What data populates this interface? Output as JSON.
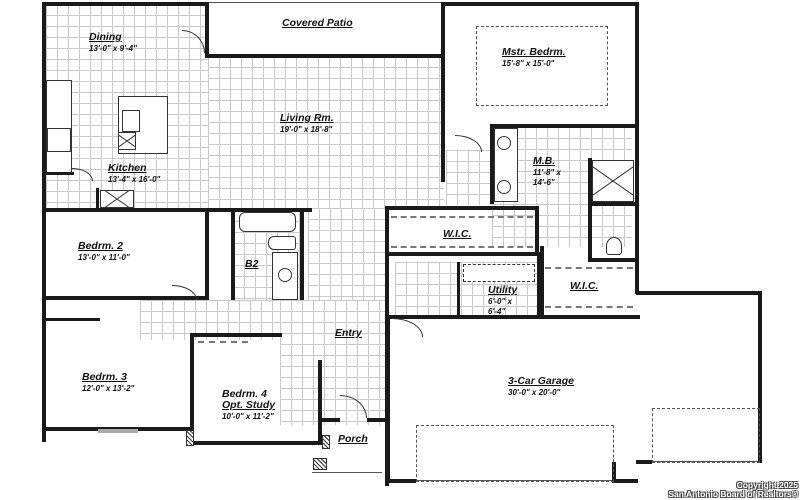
{
  "floorplan": {
    "rooms": [
      {
        "id": "dining",
        "name": "Dining",
        "dimensions": "13'-0\" x 9'-4\""
      },
      {
        "id": "covered-patio",
        "name": "Covered Patio",
        "dimensions": ""
      },
      {
        "id": "living",
        "name": "Living Rm.",
        "dimensions": "19'-0\" x 18'-8\""
      },
      {
        "id": "kitchen",
        "name": "Kitchen",
        "dimensions": "13'-4\" x 16'-0\""
      },
      {
        "id": "master-bedroom",
        "name": "Mstr. Bedrm.",
        "dimensions": "15'-8\" x 15'-0\""
      },
      {
        "id": "master-bath",
        "name": "M.B.",
        "dimensions_line1": "11'-8\" x",
        "dimensions_line2": "14'-6\""
      },
      {
        "id": "bedroom-2",
        "name": "Bedrm. 2",
        "dimensions": "13'-0\" x 11'-0\""
      },
      {
        "id": "bath-2",
        "name": "B2",
        "dimensions": ""
      },
      {
        "id": "wic-1",
        "name": "W.I.C.",
        "dimensions": ""
      },
      {
        "id": "wic-2",
        "name": "W.I.C.",
        "dimensions": ""
      },
      {
        "id": "utility",
        "name": "Utility",
        "dimensions_line1": "6'-0\" x",
        "dimensions_line2": "6'-4\""
      },
      {
        "id": "entry",
        "name": "Entry",
        "dimensions": ""
      },
      {
        "id": "bedroom-3",
        "name": "Bedrm. 3",
        "dimensions": "12'-0\" x 13'-2\""
      },
      {
        "id": "bedroom-4",
        "name": "Bedrm. 4",
        "name_line2": "Opt. Study",
        "dimensions": "10'-0\" x 11'-2\""
      },
      {
        "id": "porch",
        "name": "Porch",
        "dimensions": ""
      },
      {
        "id": "garage",
        "name": "3-Car Garage",
        "dimensions": "30'-0\" x 20'-0\""
      }
    ]
  },
  "copyright": {
    "line1": "Copyright 2025",
    "line2": "San Antonio Board of Realtors®"
  },
  "colors": {
    "wall": "#1a1a1a",
    "tile_grid": "#c9c9c9",
    "background": "#ffffff"
  }
}
